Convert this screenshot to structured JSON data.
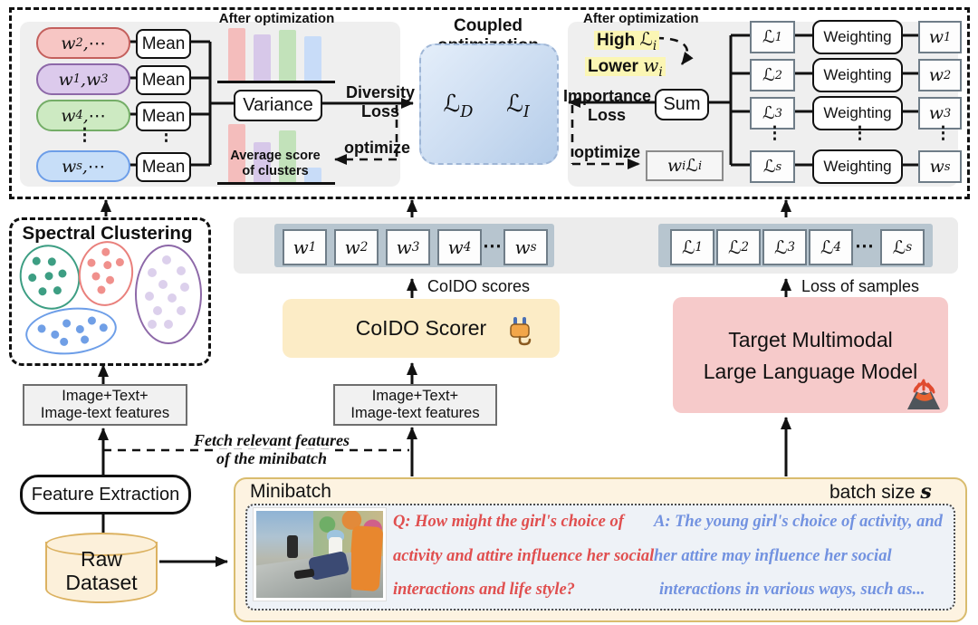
{
  "misc": {
    "w_char": "w",
    "l_char": "ℒ",
    "vdots": "⋮",
    "hdots": "⋯"
  },
  "charts": {
    "after_optimization": [
      58,
      51,
      56,
      49
    ],
    "average_score": [
      64,
      44,
      57,
      16
    ],
    "colors": [
      "#f4bdbc",
      "#d7c8e9",
      "#c2e2ba",
      "#c8dcf8"
    ]
  },
  "dp": {
    "after_opt_title": "After optimization",
    "pills": [
      {
        "am": "w",
        "as": "2",
        "mid": ", ",
        "bm": "⋯"
      },
      {
        "am": "w",
        "as": "1",
        "mid": ", ",
        "bm": "w",
        "bs": "3"
      },
      {
        "am": "w",
        "as": "4",
        "mid": ", ",
        "bm": "⋯"
      },
      {
        "am": "w",
        "as": "s",
        "mid": ", ",
        "bm": "⋯"
      }
    ],
    "mean_label": "Mean",
    "variance_label": "Variance",
    "avg_line1": "Average score",
    "avg_line2": "of clusters",
    "diversity_line1": "Diversity",
    "diversity_line2": "Loss",
    "optimize_label": "optimize"
  },
  "cp": {
    "title": "Coupled optimization",
    "ld": {
      "m": "ℒ",
      "s": "D"
    },
    "li": {
      "m": "ℒ",
      "s": "I"
    }
  },
  "ip": {
    "after_opt_title": "After optimization",
    "high_word": "High",
    "high_tok": {
      "m": "ℒ",
      "s": "i"
    },
    "lower_word": "Lower",
    "lower_tok": {
      "m": "w",
      "s": "i"
    },
    "importance_line1": "Importance",
    "importance_line2": "Loss",
    "sum_label": "Sum",
    "optimize_label": "optimize",
    "wl": {
      "m1": "w",
      "s1": "i",
      "m2": "ℒ",
      "s2": "i"
    },
    "weighting_label": "Weighting",
    "rows": [
      "1",
      "2",
      "3",
      "s"
    ]
  },
  "band": {
    "w": [
      "1",
      "2",
      "3",
      "4",
      "s"
    ],
    "l": [
      "1",
      "2",
      "3",
      "4",
      "s"
    ],
    "w_caption": "CoIDO scores",
    "l_caption": "Loss of samples"
  },
  "scorer": {
    "label": "CoIDO Scorer"
  },
  "mllm": {
    "line1": "Target Multimodal",
    "line2": "Large Language Model"
  },
  "spectral": {
    "title": "Spectral Clustering"
  },
  "features": {
    "line1": "Image+Text+",
    "line2": "Image-text features"
  },
  "fetch": {
    "line1": "Fetch relevant features",
    "line2": "of the minibatch"
  },
  "fe": {
    "label": "Feature Extraction"
  },
  "raw": {
    "line1": "Raw",
    "line2": "Dataset"
  },
  "mb": {
    "title": "Minibatch",
    "batch_size_prefix": "batch size ",
    "batch_size_var": "s",
    "question_lines": [
      "Q:  How might the girl's choice of",
      "activity and attire influence her social",
      "interactions and life style?"
    ],
    "answer_lines": [
      "A: The young girl's choice of activity, and",
      "her attire may influence her social",
      "interactions in various ways, such as..."
    ]
  }
}
